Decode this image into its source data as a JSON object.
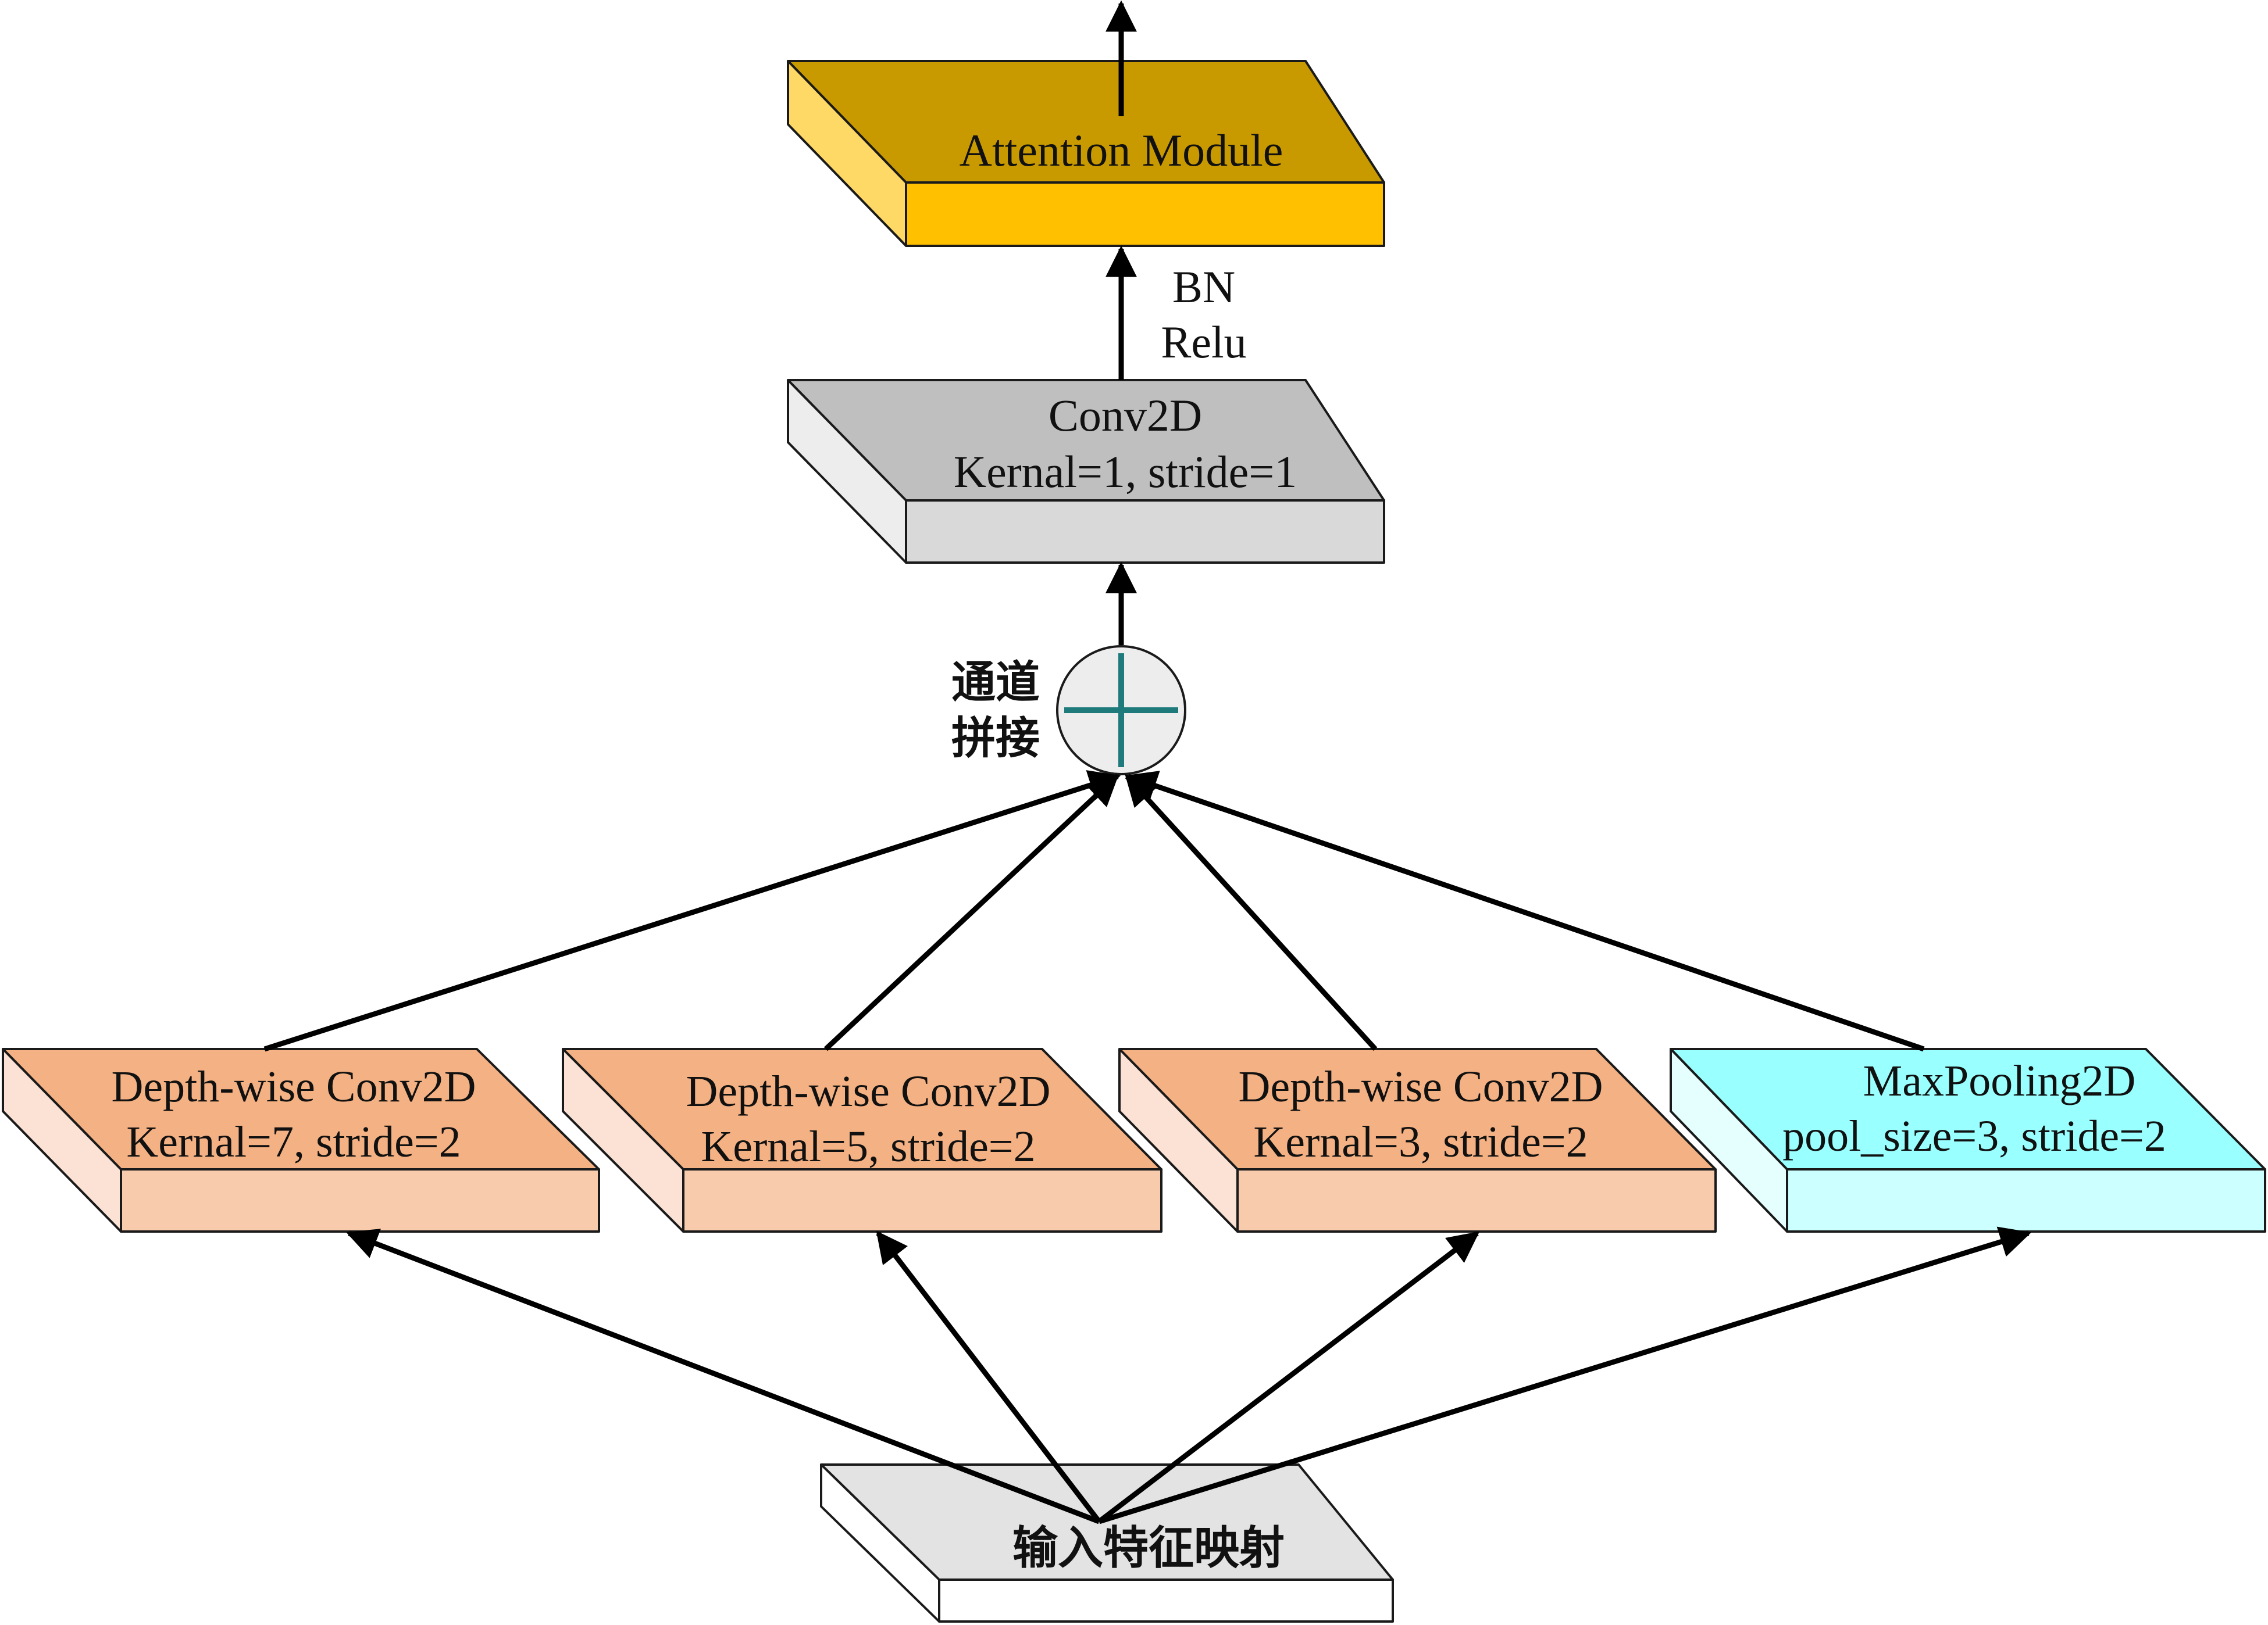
{
  "colors": {
    "attention": {
      "top": "#C99A00",
      "front": "#FFC000",
      "side": "#FFD966"
    },
    "conv": {
      "top": "#BFBFBF",
      "front": "#D9D9D9",
      "side": "#EDEDED"
    },
    "depthwise": {
      "top": "#F4B183",
      "front": "#F8CBAD",
      "side": "#FBE2D5"
    },
    "maxpool": {
      "top": "#99FFFF",
      "front": "#CCFFFF",
      "side": "#E5FFFF"
    },
    "input": {
      "top": "#E3E3E3",
      "front": "#FFFFFF",
      "side": "#FFFFFF"
    },
    "concat_fill": "#EDEDED",
    "concat_cross": "#1F7B7B"
  },
  "nodes": {
    "attention": {
      "line1": "Attention Module"
    },
    "conv1x1": {
      "line1": "Conv2D",
      "line2": "Kernal=1, stride=1"
    },
    "bn_relu": {
      "line1": "BN",
      "line2": "Relu"
    },
    "concat": {
      "line1": "通道",
      "line2": "拼接",
      "icon": "plus-icon"
    },
    "dw7": {
      "line1": "Depth-wise Conv2D",
      "line2": "Kernal=7, stride=2"
    },
    "dw5": {
      "line1": "Depth-wise Conv2D",
      "line2": "Kernal=5, stride=2"
    },
    "dw3": {
      "line1": "Depth-wise Conv2D",
      "line2": "Kernal=3, stride=2"
    },
    "maxpool": {
      "line1": "MaxPooling2D",
      "line2": "pool_size=3, stride=2"
    },
    "input": {
      "line1": "输入特征映射"
    }
  }
}
